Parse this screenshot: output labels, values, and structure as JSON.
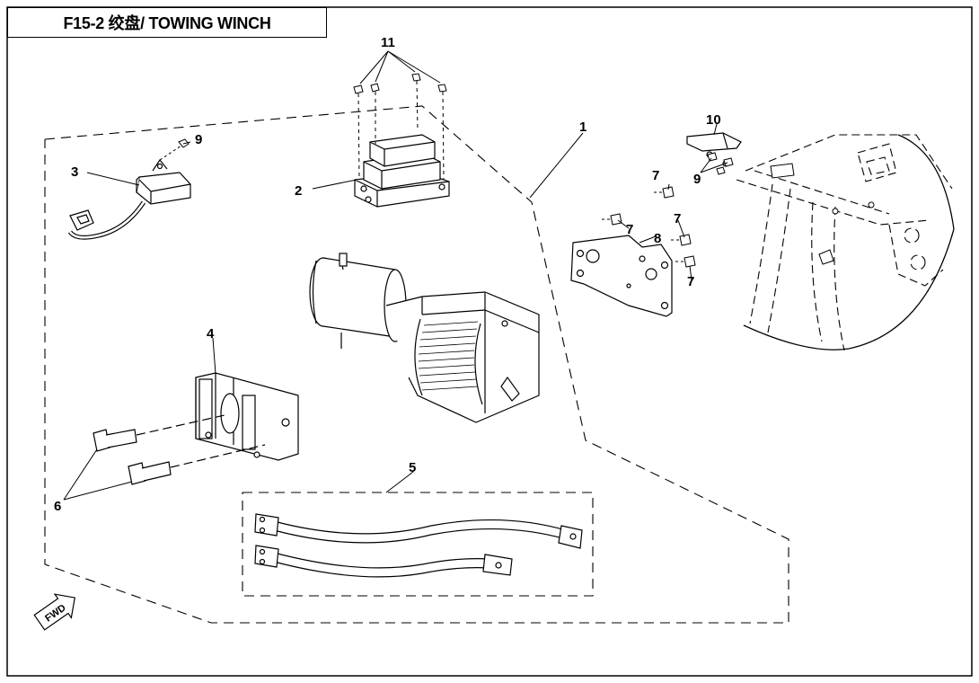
{
  "title": "F15-2 绞盘/ TOWING WINCH",
  "callouts": {
    "c1": "1",
    "c2": "2",
    "c3": "3",
    "c4": "4",
    "c5": "5",
    "c6": "6",
    "c7a": "7",
    "c7b": "7",
    "c7c": "7",
    "c7d": "7",
    "c8": "8",
    "c9a": "9",
    "c9b": "9",
    "c10": "10",
    "c11": "11"
  },
  "fwd_label": "FWD",
  "colors": {
    "line": "#000000",
    "background": "#ffffff"
  }
}
